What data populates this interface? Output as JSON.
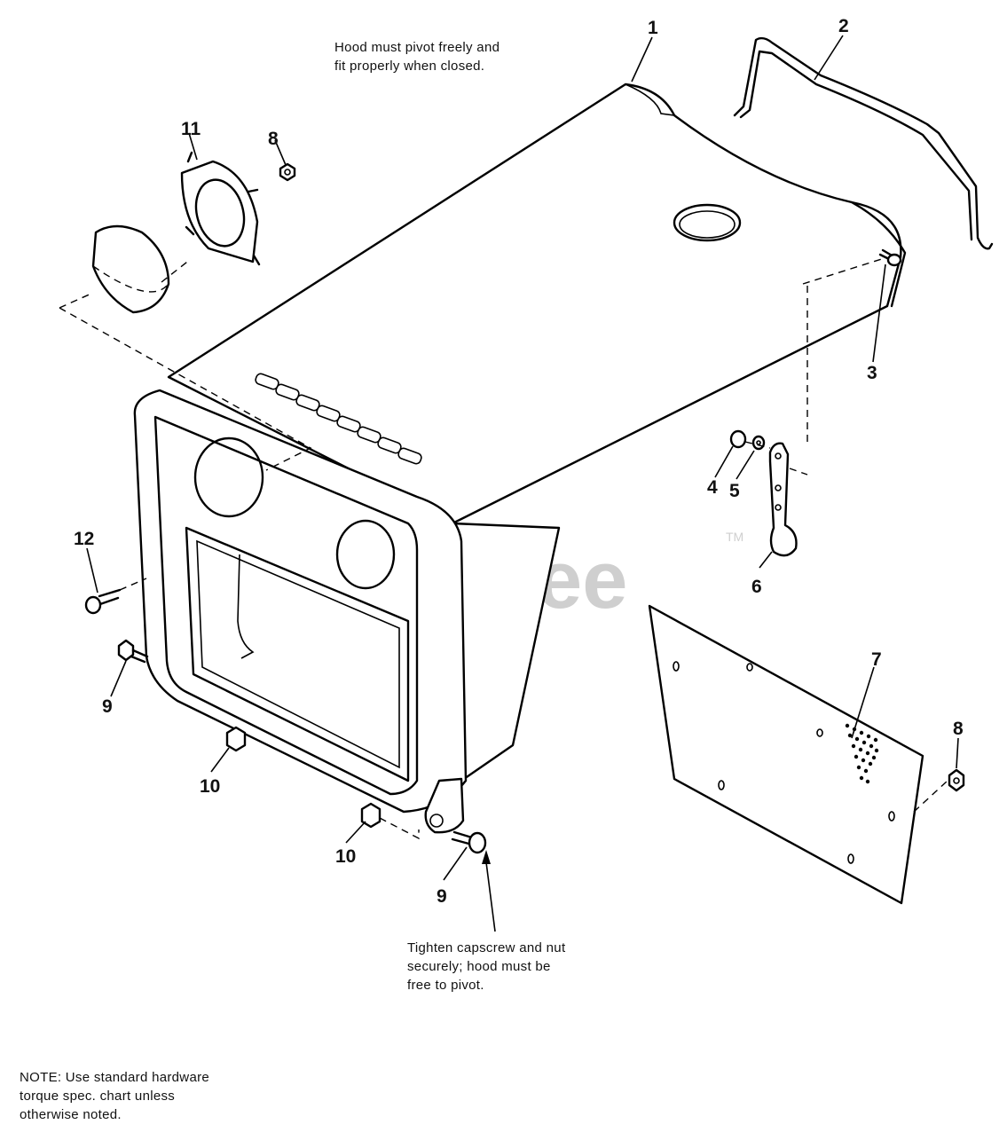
{
  "notes": {
    "top": "Hood must pivot freely and\nfit properly when closed.",
    "pivot": "Tighten capscrew and nut\nsecurely; hood must be\nfree to pivot.",
    "bottom": "NOTE: Use standard hardware\ntorque spec. chart unless\notherwise noted."
  },
  "watermark": {
    "text": "PartsTree",
    "tm": "TM"
  },
  "callouts": {
    "c1": "1",
    "c2": "2",
    "c3": "3",
    "c4": "4",
    "c5": "5",
    "c6": "6",
    "c7": "7",
    "c8a": "8",
    "c8b": "8",
    "c9a": "9",
    "c9b": "9",
    "c10a": "10",
    "c10b": "10",
    "c11": "11",
    "c12": "12"
  }
}
